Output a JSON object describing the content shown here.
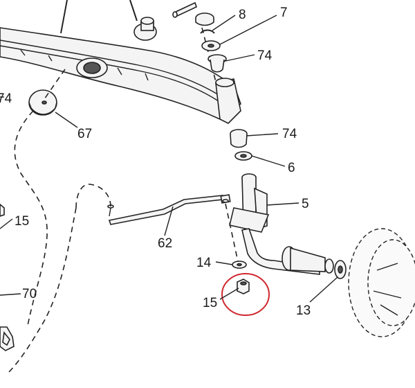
{
  "callouts": {
    "c8": "8",
    "c7": "7",
    "c74_top": "74",
    "c74_left": "74",
    "c67": "67",
    "c74_mid": "74",
    "c6": "6",
    "c5": "5",
    "c15_left": "15",
    "c62": "62",
    "c14": "14",
    "c15_bottom": "15",
    "c70": "70",
    "c13": "13"
  },
  "colors": {
    "line": "#222222",
    "highlight_circle": "#d0282e",
    "background": "#ffffff"
  }
}
